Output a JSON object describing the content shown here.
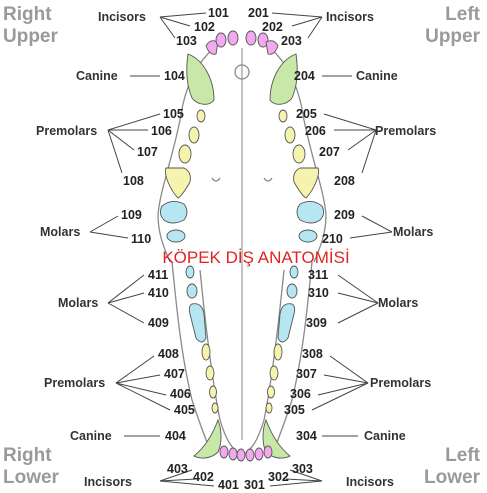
{
  "corners": {
    "right_upper_1": "Right",
    "right_upper_2": "Upper",
    "left_upper_1": "Left",
    "left_upper_2": "Upper",
    "right_lower_1": "Right",
    "right_lower_2": "Lower",
    "left_lower_1": "Left",
    "left_lower_2": "Lower"
  },
  "title": "KÖPEK DİŞ ANATOMİSİ",
  "groups": {
    "incisors": "Incisors",
    "canine": "Canine",
    "premolars": "Premolars",
    "molars": "Molars"
  },
  "teeth": {
    "t101": "101",
    "t102": "102",
    "t103": "103",
    "t104": "104",
    "t105": "105",
    "t106": "106",
    "t107": "107",
    "t108": "108",
    "t109": "109",
    "t110": "110",
    "t201": "201",
    "t202": "202",
    "t203": "203",
    "t204": "204",
    "t205": "205",
    "t206": "206",
    "t207": "207",
    "t208": "208",
    "t209": "209",
    "t210": "210",
    "t301": "301",
    "t302": "302",
    "t303": "303",
    "t304": "304",
    "t305": "305",
    "t306": "306",
    "t307": "307",
    "t308": "308",
    "t309": "309",
    "t310": "310",
    "t311": "311",
    "t401": "401",
    "t402": "402",
    "t403": "403",
    "t404": "404",
    "t405": "405",
    "t406": "406",
    "t407": "407",
    "t408": "408",
    "t409": "409",
    "t410": "410",
    "t411": "411"
  },
  "colors": {
    "incisor": "#f3a9ee",
    "canine": "#c8e8a8",
    "premolar": "#f5f3ae",
    "molar": "#b5e6f2",
    "title": "#e02424",
    "corner_text": "#9a9a9a"
  }
}
